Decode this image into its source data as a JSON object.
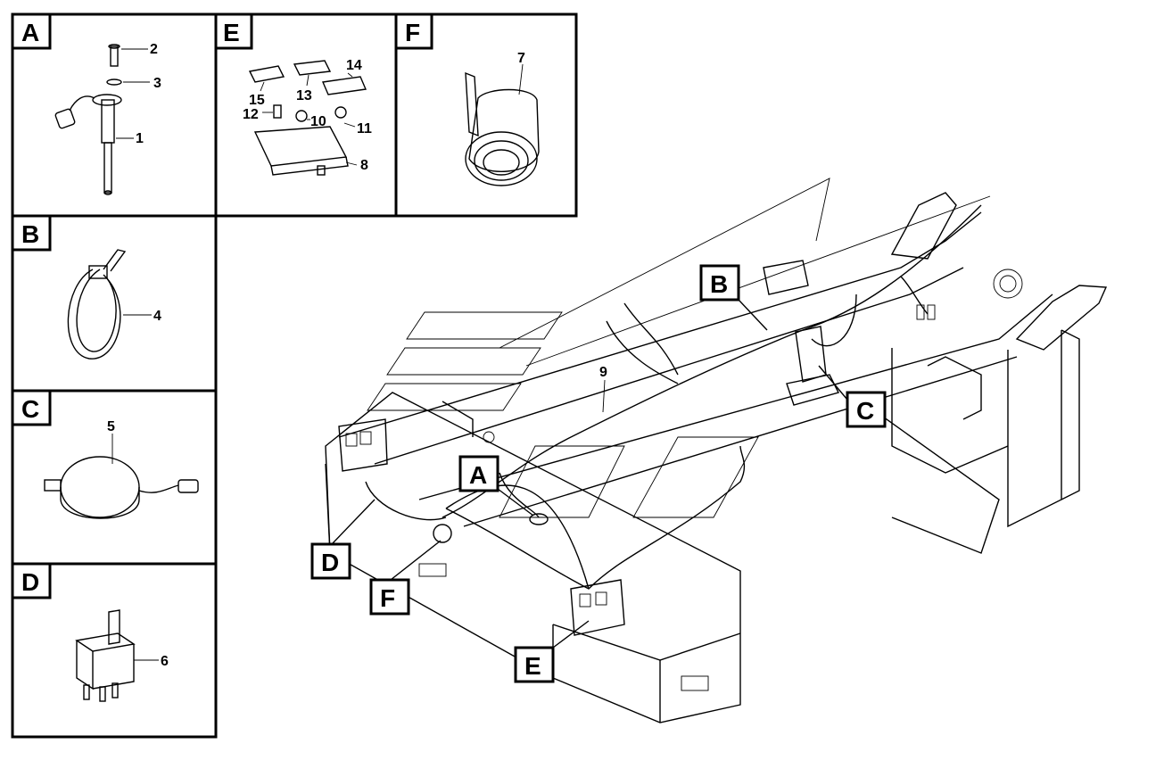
{
  "panels": [
    {
      "letter": "A",
      "callouts": [
        "2",
        "3",
        "1"
      ]
    },
    {
      "letter": "B",
      "callouts": [
        "4"
      ]
    },
    {
      "letter": "C",
      "callouts": [
        "5"
      ]
    },
    {
      "letter": "D",
      "callouts": [
        "6"
      ]
    },
    {
      "letter": "E",
      "callouts": [
        "14",
        "15",
        "13",
        "12",
        "10",
        "11",
        "8"
      ]
    },
    {
      "letter": "F",
      "callouts": [
        "7"
      ]
    }
  ],
  "main_labels": {
    "a": "A",
    "b": "B",
    "c": "C",
    "d": "D",
    "e": "E",
    "f": "F",
    "harness_callout": "9"
  }
}
